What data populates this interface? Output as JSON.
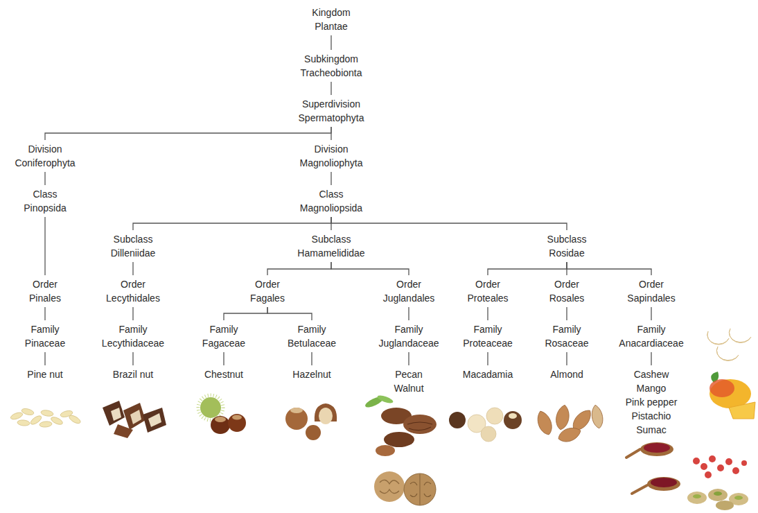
{
  "diagram": {
    "nodes": [
      {
        "text": [
          "Kingdom",
          "Plantae"
        ]
      },
      {
        "text": [
          "Subkingdom",
          "Tracheobionta"
        ]
      },
      {
        "text": [
          "Superdivision",
          "Spermatophyta"
        ]
      },
      {
        "text": [
          "Division",
          "Coniferophyta"
        ]
      },
      {
        "text": [
          "Division",
          "Magnoliophyta"
        ]
      },
      {
        "text": [
          "Class",
          "Pinopsida"
        ]
      },
      {
        "text": [
          "Class",
          "Magnoliopsida"
        ]
      },
      {
        "text": [
          "Subclass",
          "Dilleniidae"
        ]
      },
      {
        "text": [
          "Subclass",
          "Hamamelididae"
        ]
      },
      {
        "text": [
          "Subclass",
          "Rosidae"
        ]
      },
      {
        "text": [
          "Order",
          "Pinales"
        ]
      },
      {
        "text": [
          "Order",
          "Lecythidales"
        ]
      },
      {
        "text": [
          "Order",
          "Fagales"
        ]
      },
      {
        "text": [
          "Order",
          "Juglandales"
        ]
      },
      {
        "text": [
          "Order",
          "Proteales"
        ]
      },
      {
        "text": [
          "Order",
          "Rosales"
        ]
      },
      {
        "text": [
          "Order",
          "Sapindales"
        ]
      },
      {
        "text": [
          "Family",
          "Pinaceae"
        ]
      },
      {
        "text": [
          "Family",
          "Lecythidaceae"
        ]
      },
      {
        "text": [
          "Family",
          "Fagaceae"
        ]
      },
      {
        "text": [
          "Family",
          "Betulaceae"
        ]
      },
      {
        "text": [
          "Family",
          "Juglandaceae"
        ]
      },
      {
        "text": [
          "Family",
          "Proteaceae"
        ]
      },
      {
        "text": [
          "Family",
          "Rosaceae"
        ]
      },
      {
        "text": [
          "Family",
          "Anacardiaceae"
        ]
      },
      {
        "text": [
          "Pine nut"
        ]
      },
      {
        "text": [
          "Brazil nut"
        ]
      },
      {
        "text": [
          "Chestnut"
        ]
      },
      {
        "text": [
          "Hazelnut"
        ]
      },
      {
        "text": [
          "Pecan",
          "Walnut"
        ]
      },
      {
        "text": [
          "Macadamia"
        ]
      },
      {
        "text": [
          "Almond"
        ]
      },
      {
        "text": [
          "Cashew",
          "Mango",
          "Pink pepper",
          "Pistachio",
          "Sumac"
        ]
      }
    ],
    "edges": [
      {
        "from": 0,
        "to": 1,
        "arrow": "none"
      },
      {
        "from": 1,
        "to": 2,
        "arrow": "none"
      },
      {
        "from": 2,
        "to": 3,
        "arrow": "none"
      },
      {
        "from": 2,
        "to": 4,
        "arrow": "none"
      },
      {
        "from": 3,
        "to": 5,
        "arrow": "none"
      },
      {
        "from": 4,
        "to": 6,
        "arrow": "none"
      },
      {
        "from": 5,
        "to": 10,
        "arrow": "none"
      },
      {
        "from": 6,
        "to": 7,
        "arrow": "none"
      },
      {
        "from": 6,
        "to": 8,
        "arrow": "none"
      },
      {
        "from": 6,
        "to": 9,
        "arrow": "none"
      },
      {
        "from": 7,
        "to": 11,
        "arrow": "none"
      },
      {
        "from": 8,
        "to": 12,
        "arrow": "none"
      },
      {
        "from": 8,
        "to": 13,
        "arrow": "none"
      },
      {
        "from": 9,
        "to": 14,
        "arrow": "none"
      },
      {
        "from": 9,
        "to": 15,
        "arrow": "none"
      },
      {
        "from": 9,
        "to": 16,
        "arrow": "none"
      },
      {
        "from": 10,
        "to": 17,
        "arrow": "none"
      },
      {
        "from": 11,
        "to": 18,
        "arrow": "none"
      },
      {
        "from": 12,
        "to": 19,
        "arrow": "none"
      },
      {
        "from": 12,
        "to": 20,
        "arrow": "none"
      },
      {
        "from": 13,
        "to": 21,
        "arrow": "none"
      },
      {
        "from": 14,
        "to": 22,
        "arrow": "none"
      },
      {
        "from": 15,
        "to": 23,
        "arrow": "none"
      },
      {
        "from": 16,
        "to": 24,
        "arrow": "none"
      },
      {
        "from": 17,
        "to": 25,
        "arrow": "none"
      },
      {
        "from": 18,
        "to": 26,
        "arrow": "none"
      },
      {
        "from": 19,
        "to": 27,
        "arrow": "none"
      },
      {
        "from": 20,
        "to": 28,
        "arrow": "none"
      },
      {
        "from": 21,
        "to": 29,
        "arrow": "none"
      },
      {
        "from": 22,
        "to": 30,
        "arrow": "none"
      },
      {
        "from": 23,
        "to": 31,
        "arrow": "none"
      },
      {
        "from": 24,
        "to": 32,
        "arrow": "none"
      }
    ]
  }
}
